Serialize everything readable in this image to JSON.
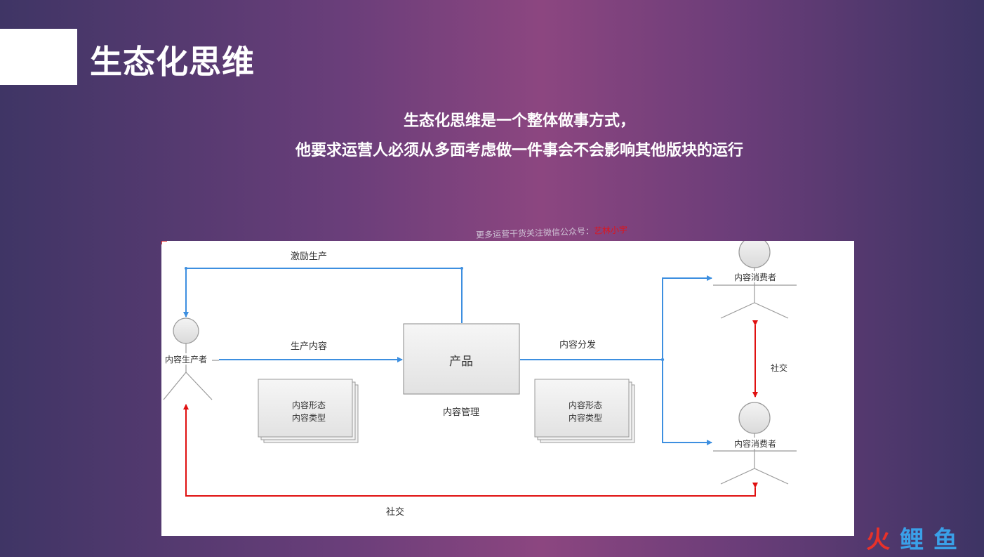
{
  "header": {
    "title": "生态化思维",
    "subtitle_line1": "生态化思维是一个整体做事方式，",
    "subtitle_line2": "他要求运营人必须从多面考虑做一件事会不会影响其他版块的运行"
  },
  "watermark": {
    "text": "更多运营干货关注微信公众号：",
    "highlight": "艺林小宇"
  },
  "diagram": {
    "producer_label": "内容生产者",
    "product_label": "产品",
    "management_label": "内容管理",
    "consumer_top_label": "内容消费者",
    "consumer_bottom_label": "内容消费者",
    "edge_incentive": "激励生产",
    "edge_produce": "生产内容",
    "edge_distribute": "内容分发",
    "edge_social_right": "社交",
    "edge_social_bottom": "社交",
    "stack_left_line1": "内容形态",
    "stack_left_line2": "内容类型",
    "stack_right_line1": "内容形态",
    "stack_right_line2": "内容类型",
    "colors": {
      "blue": "#3d8fe0",
      "red": "#e01010",
      "figure": "#999999"
    }
  },
  "logo": {
    "char1": "火",
    "char2": "鲤",
    "char3": "鱼"
  }
}
